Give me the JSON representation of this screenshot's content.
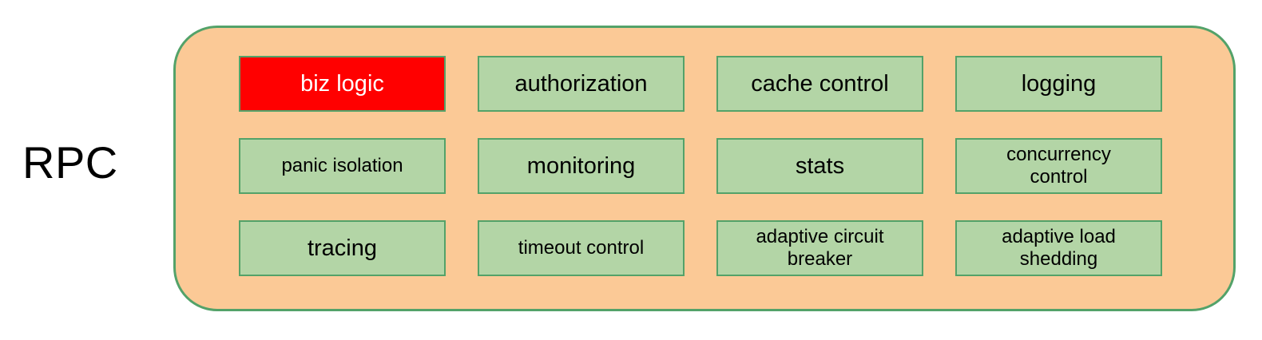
{
  "diagram": {
    "title": "RPC",
    "rows": [
      [
        {
          "lines": [
            "biz logic"
          ],
          "highlight": true,
          "size": "lg"
        },
        {
          "lines": [
            "authorization"
          ],
          "highlight": false,
          "size": "lg"
        },
        {
          "lines": [
            "cache control"
          ],
          "highlight": false,
          "size": "lg"
        },
        {
          "lines": [
            "logging"
          ],
          "highlight": false,
          "size": "lg"
        }
      ],
      [
        {
          "lines": [
            "panic isolation"
          ],
          "highlight": false,
          "size": "sm"
        },
        {
          "lines": [
            "monitoring"
          ],
          "highlight": false,
          "size": "lg"
        },
        {
          "lines": [
            "stats"
          ],
          "highlight": false,
          "size": "lg"
        },
        {
          "lines": [
            "concurrency",
            "control"
          ],
          "highlight": false,
          "size": "sm"
        }
      ],
      [
        {
          "lines": [
            "tracing"
          ],
          "highlight": false,
          "size": "lg"
        },
        {
          "lines": [
            "timeout control"
          ],
          "highlight": false,
          "size": "sm"
        },
        {
          "lines": [
            "adaptive circuit",
            "breaker"
          ],
          "highlight": false,
          "size": "sm"
        },
        {
          "lines": [
            "adaptive load",
            "shedding"
          ],
          "highlight": false,
          "size": "sm"
        }
      ]
    ],
    "colors": {
      "container_fill": "#fbc996",
      "border_green": "#53a269",
      "box_fill": "#b3d5a6",
      "highlight_fill": "#ff0000",
      "highlight_text": "#ffffff",
      "text": "#000000"
    }
  }
}
